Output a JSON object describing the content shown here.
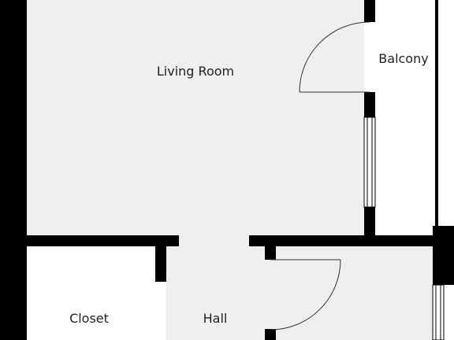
{
  "floorplan": {
    "rooms": {
      "living_room": "Living Room",
      "balcony": "Balcony",
      "closet": "Closet",
      "hall": "Hall"
    },
    "colors": {
      "floor": "#efefef",
      "wall": "#000000",
      "background": "#ffffff",
      "door_line": "#333333",
      "label": "#222222"
    }
  }
}
